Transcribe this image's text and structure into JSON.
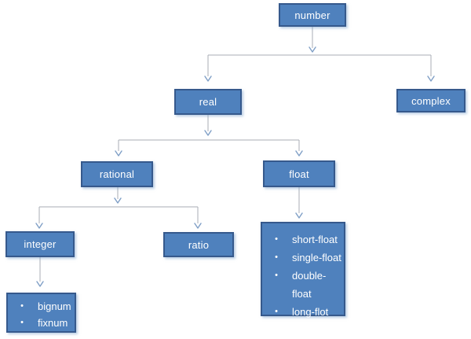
{
  "diagram": {
    "bullet_char": "•",
    "nodes": {
      "number": {
        "label": "number"
      },
      "real": {
        "label": "real"
      },
      "complex": {
        "label": "complex"
      },
      "rational": {
        "label": "rational"
      },
      "float": {
        "label": "float"
      },
      "integer": {
        "label": "integer"
      },
      "ratio": {
        "label": "ratio"
      }
    },
    "float_children": {
      "items": [
        "short-float",
        "single-float",
        "double-\nfloat",
        "long-flot"
      ]
    },
    "integer_children": {
      "items": [
        "bignum",
        "fixnum"
      ]
    },
    "edges": [
      {
        "from": "number",
        "to": "real"
      },
      {
        "from": "number",
        "to": "complex"
      },
      {
        "from": "real",
        "to": "rational"
      },
      {
        "from": "real",
        "to": "float"
      },
      {
        "from": "rational",
        "to": "integer"
      },
      {
        "from": "rational",
        "to": "ratio"
      },
      {
        "from": "float",
        "to": "float_children"
      },
      {
        "from": "integer",
        "to": "integer_children"
      }
    ],
    "colors": {
      "node_fill": "#4f81bd",
      "node_border": "#36598c",
      "node_text": "#ffffff",
      "connector_line": "#a8aeb6",
      "arrowhead": "#7f9fc6",
      "background": "#ffffff"
    }
  }
}
